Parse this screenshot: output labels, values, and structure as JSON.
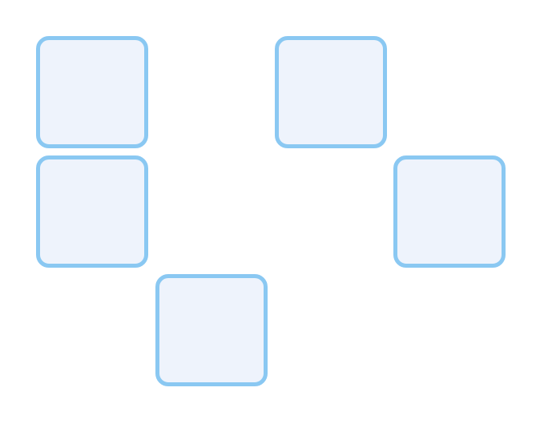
{
  "board": {
    "tiles": [
      {
        "row": 1,
        "col": 1
      },
      {
        "row": 1,
        "col": 3
      },
      {
        "row": 2,
        "col": 1
      },
      {
        "row": 2,
        "col": 4
      },
      {
        "row": 3,
        "col": 2
      }
    ]
  },
  "colors": {
    "tile_border": "#8ac8f2",
    "tile_fill": "#eef3fc",
    "background": "#ffffff"
  }
}
